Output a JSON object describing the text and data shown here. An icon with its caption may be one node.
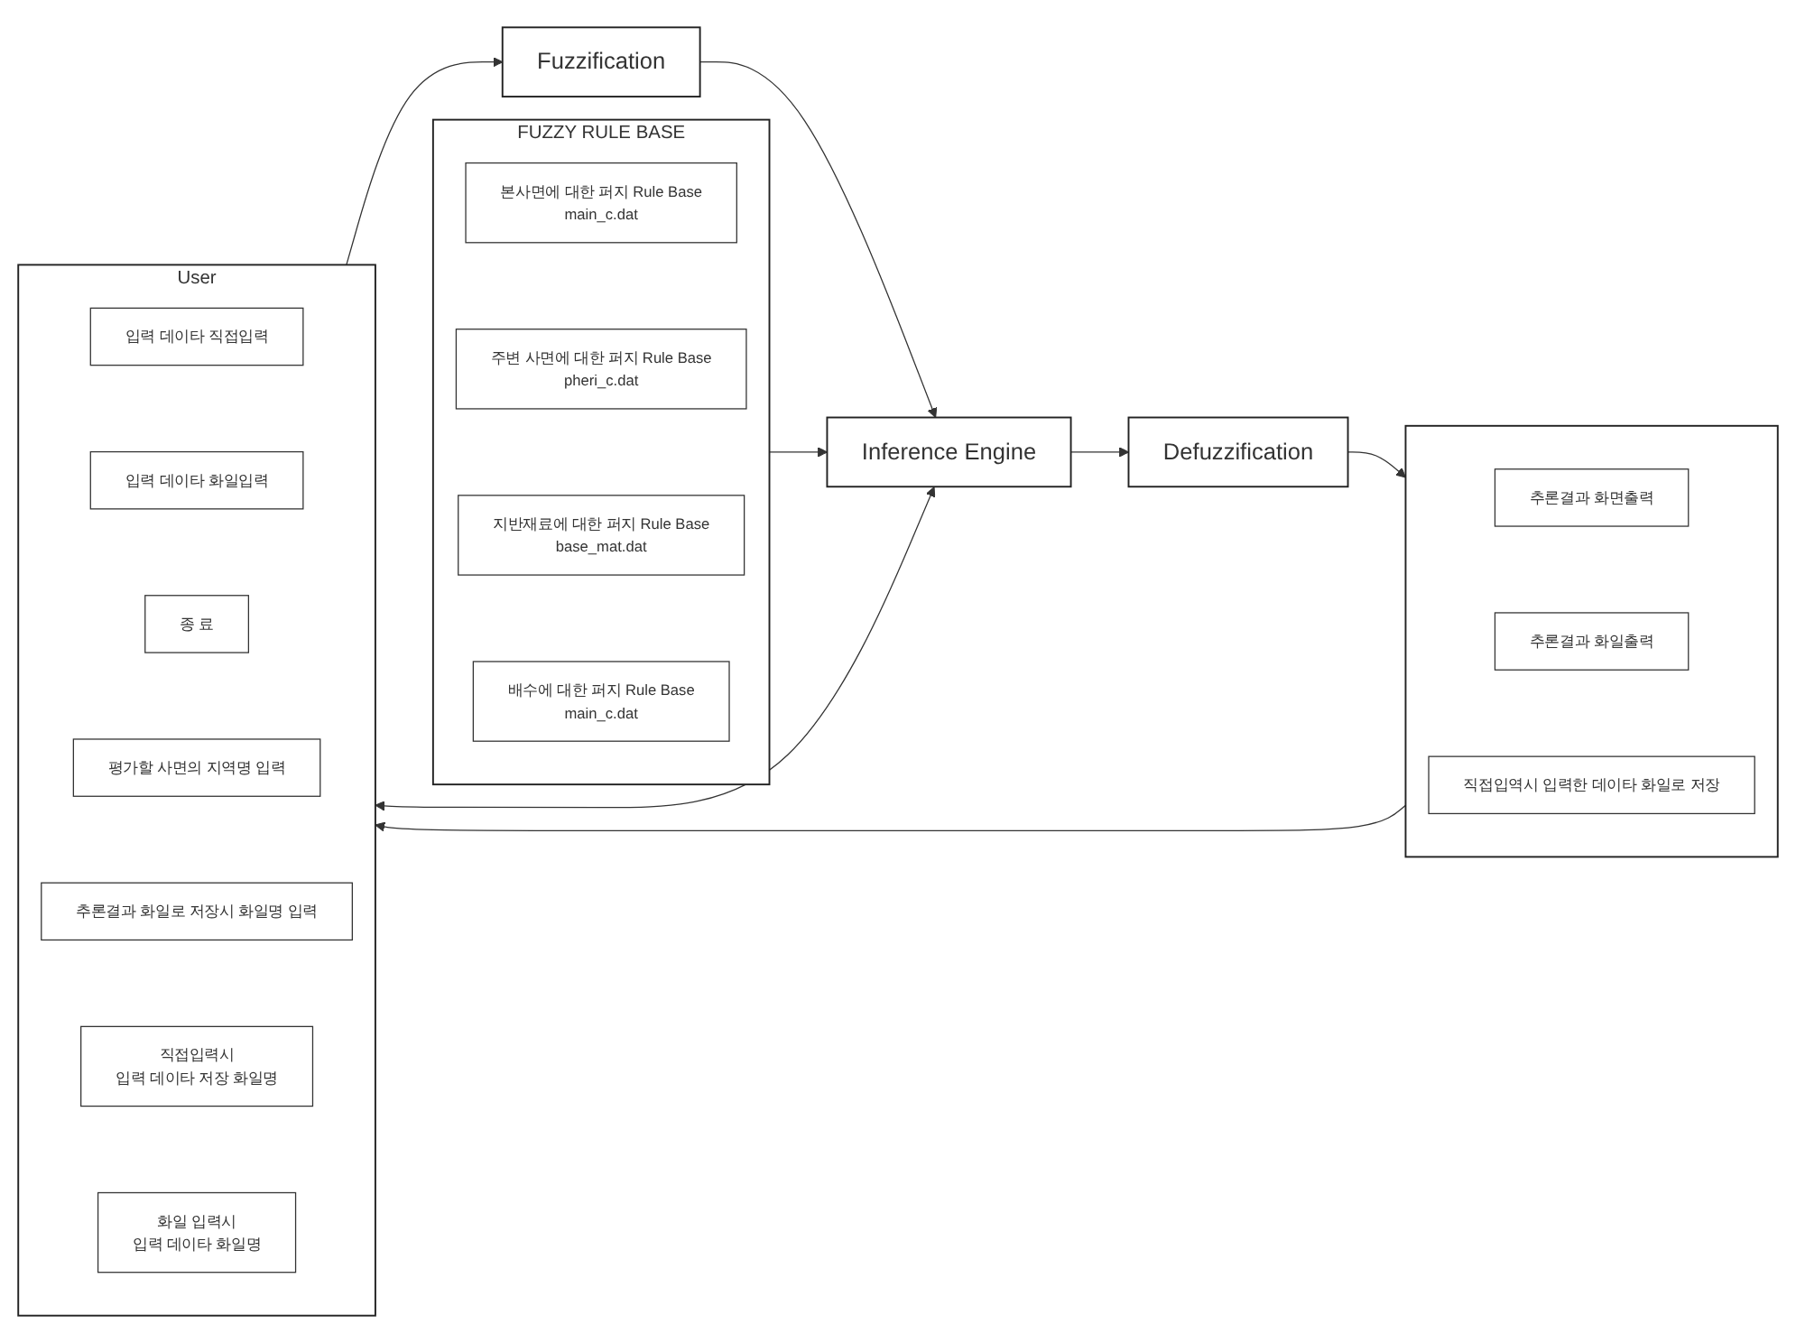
{
  "diagram": {
    "nodes": [
      {
        "text": [
          "FUZZY RULE BASE"
        ]
      },
      {
        "text": [
          "본사면에 대한 퍼지 Rule Base",
          "main_c.dat"
        ],
        "in": 0
      },
      {
        "text": [
          "주변 사면에 대한 퍼지 Rule Base",
          "pheri_c.dat"
        ],
        "in": 0
      },
      {
        "text": [
          "지반재료에 대한 퍼지 Rule Base",
          "base_mat.dat"
        ],
        "in": 0
      },
      {
        "text": [
          "배수에 대한 퍼지 Rule Base",
          "main_c.dat"
        ],
        "in": 0
      },
      {
        "text": [
          "Fuzzification"
        ]
      },
      {
        "text": [
          "Inference Engine"
        ]
      },
      {
        "text": [
          "Defuzzification"
        ]
      },
      {
        "text": [],
        "shape": "box"
      },
      {
        "text": [
          "추론결과 화면출력"
        ],
        "in": 8
      },
      {
        "text": [
          "추론결과 화일출력"
        ],
        "in": 8
      },
      {
        "text": [
          "직접입역시 입력한 데이타 화일로 저장"
        ],
        "in": 8
      },
      {
        "text": [
          "User"
        ]
      },
      {
        "text": [
          "입력 데이타 직접입력"
        ],
        "in": 12
      },
      {
        "text": [
          "입력 데이타 화일입력"
        ],
        "in": 12
      },
      {
        "text": [
          "종 료"
        ],
        "in": 12
      },
      {
        "text": [
          "평가할 사면의 지역명 입력"
        ],
        "in": 12
      },
      {
        "text": [
          "추론결과 화일로 저장시 화일명 입력"
        ],
        "in": 12
      },
      {
        "text": [
          "직접입력시",
          "입력 데이타 저장 화일명"
        ],
        "in": 12
      },
      {
        "text": [
          "화일 입력시",
          "입력 데이타 화일명"
        ],
        "in": 12
      }
    ],
    "edges": [
      {
        "from": 12,
        "to": 5,
        "arrow": "to"
      },
      {
        "from": 5,
        "to": 6,
        "arrow": "to"
      },
      {
        "from": 0,
        "to": 6,
        "arrow": "to"
      },
      {
        "from": 6,
        "to": 12,
        "arrow": "both"
      },
      {
        "from": 6,
        "to": 7,
        "arrow": "to"
      },
      {
        "from": 7,
        "to": 8,
        "arrow": "to"
      },
      {
        "from": 8,
        "to": 12,
        "arrow": "to"
      }
    ]
  }
}
